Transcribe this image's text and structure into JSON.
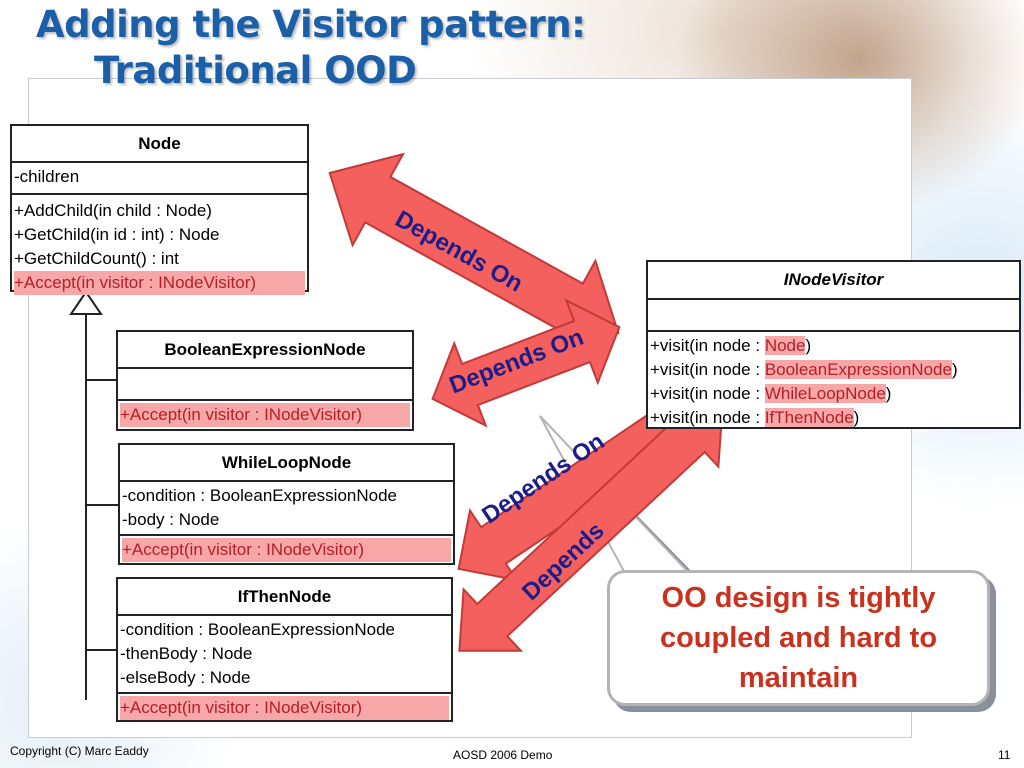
{
  "slide": {
    "title_line1": "Adding the Visitor pattern:",
    "title_line2": "Traditional OOD",
    "footer_left": "Copyright (C) Marc Eaddy",
    "footer_center": "AOSD 2006 Demo",
    "page_number": "11"
  },
  "node_class": {
    "name": "Node",
    "attributes": [
      "-children"
    ],
    "methods": [
      "+AddChild(in child : Node)",
      "+GetChild(in id : int) : Node",
      "+GetChildCount() : int"
    ],
    "accept": "+Accept(in visitor : INodeVisitor)"
  },
  "bool_class": {
    "name": "BooleanExpressionNode",
    "accept": "+Accept(in visitor : INodeVisitor)"
  },
  "while_class": {
    "name": "WhileLoopNode",
    "attributes": [
      "-condition : BooleanExpressionNode",
      "-body : Node"
    ],
    "accept": "+Accept(in visitor : INodeVisitor)"
  },
  "ifthen_class": {
    "name": "IfThenNode",
    "attributes": [
      "-condition : BooleanExpressionNode",
      "-thenBody : Node",
      "-elseBody : Node"
    ],
    "accept": "+Accept(in visitor : INodeVisitor)"
  },
  "visitor_class": {
    "name": "INodeVisitor",
    "methods": [
      {
        "prefix": "+visit(in node : ",
        "type": "Node",
        "suffix": ")"
      },
      {
        "prefix": "+visit(in node : ",
        "type": "BooleanExpressionNode",
        "suffix": ")"
      },
      {
        "prefix": "+visit(in node : ",
        "type": "WhileLoopNode",
        "suffix": ")"
      },
      {
        "prefix": "+visit(in node : ",
        "type": "IfThenNode",
        "suffix": ")"
      }
    ]
  },
  "arrows": {
    "label1": "Depends On",
    "label2": "Depends On",
    "label3": "Depends On",
    "label4": "Depends"
  },
  "callout": {
    "text": "OO design is tightly coupled and hard to maintain"
  },
  "colors": {
    "title": "#1b5fa8",
    "arrow_fill": "#f4605e",
    "highlight": "#f7a7a7",
    "highlight_text": "#b3202a",
    "callout_text": "#c8321e"
  }
}
